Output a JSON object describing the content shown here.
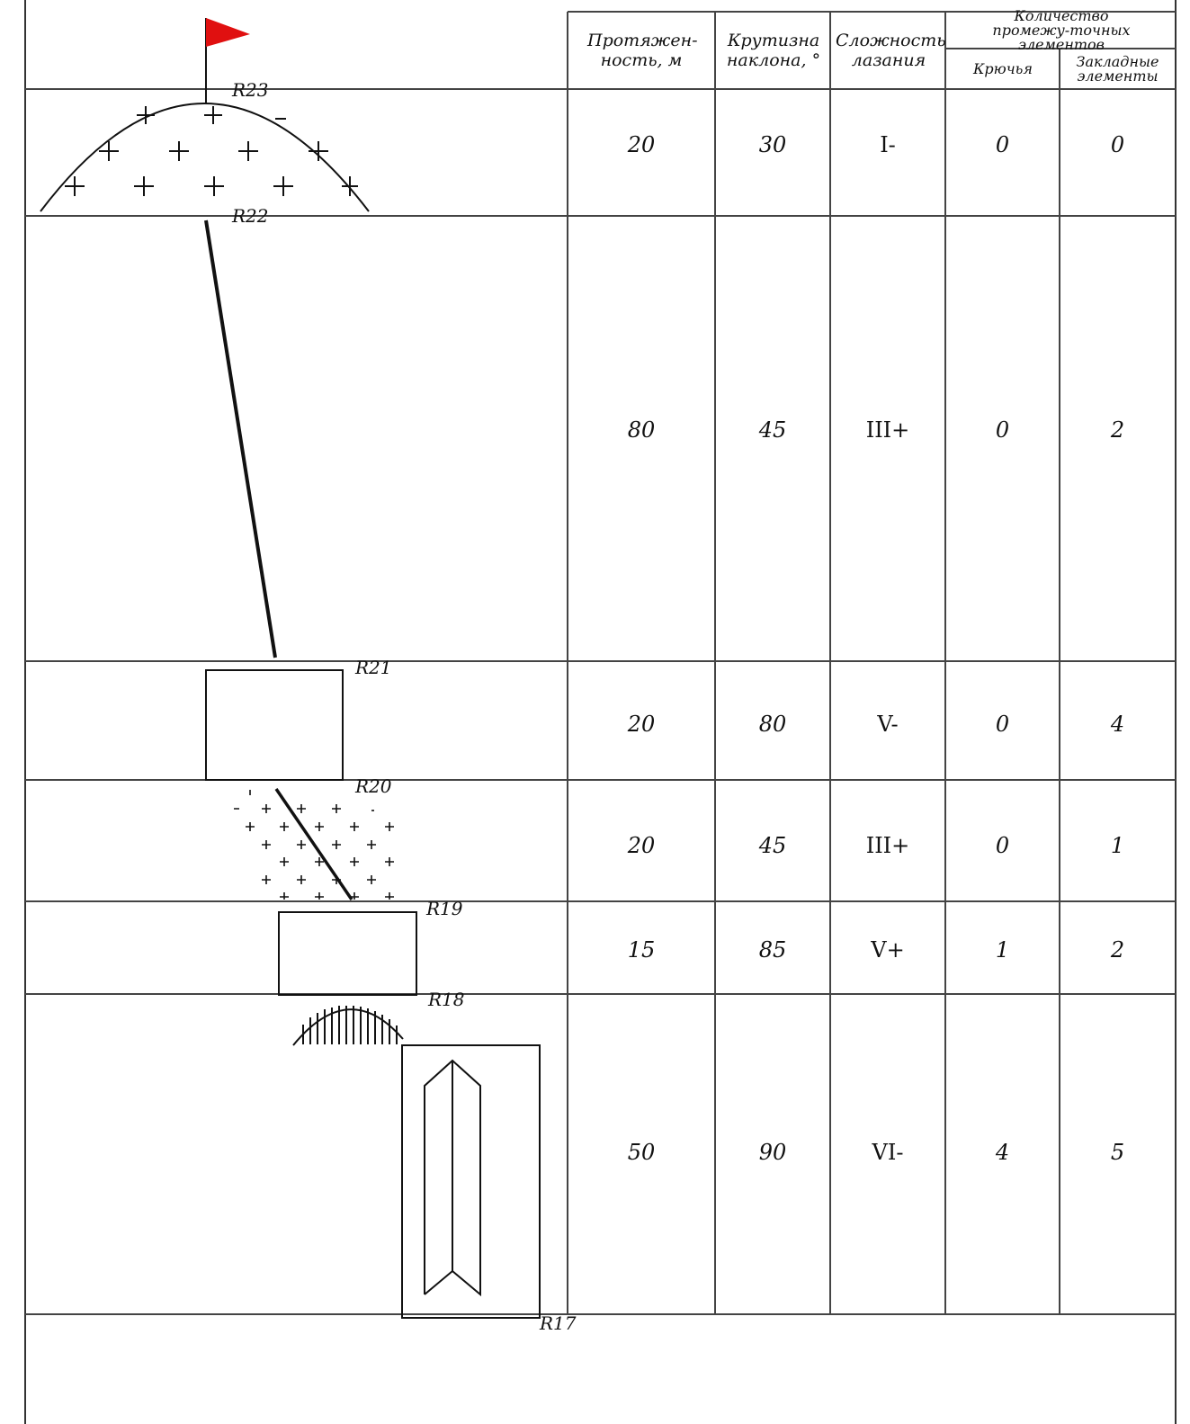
{
  "table": {
    "headers": {
      "length": "Протяжен-ность, м",
      "steepness": "Крутизна наклона, °",
      "difficulty": "Сложность лазания",
      "intermediate_group": "Количество промежу-точных элементов",
      "hooks": "Крючья",
      "chocks": "Закладные элементы"
    },
    "rows": [
      {
        "length": "20",
        "steepness": "30",
        "difficulty": "I-",
        "hooks": "0",
        "chocks": "0"
      },
      {
        "length": "80",
        "steepness": "45",
        "difficulty": "III+",
        "hooks": "0",
        "chocks": "2"
      },
      {
        "length": "20",
        "steepness": "80",
        "difficulty": "V-",
        "hooks": "0",
        "chocks": "4"
      },
      {
        "length": "20",
        "steepness": "45",
        "difficulty": "III+",
        "hooks": "0",
        "chocks": "1"
      },
      {
        "length": "15",
        "steepness": "85",
        "difficulty": "V+",
        "hooks": "1",
        "chocks": "2"
      },
      {
        "length": "50",
        "steepness": "90",
        "difficulty": "VI-",
        "hooks": "4",
        "chocks": "5"
      }
    ]
  },
  "route_points": [
    "R23",
    "R22",
    "R21",
    "R20",
    "R19",
    "R18",
    "R17"
  ],
  "colors": {
    "flag": "#e01010",
    "line": "#111111"
  }
}
